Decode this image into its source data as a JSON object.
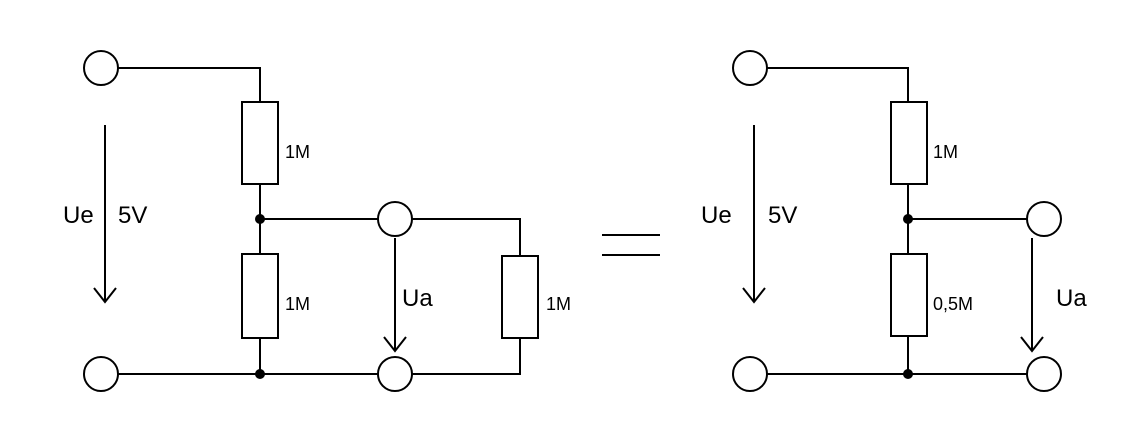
{
  "left_circuit": {
    "input_voltage_name": "Ue",
    "input_voltage_value": "5V",
    "r_top": "1M",
    "r_bottom": "1M",
    "r_load": "1M",
    "output_voltage_name": "Ua"
  },
  "equals_sign": "=",
  "right_circuit": {
    "input_voltage_name": "Ue",
    "input_voltage_value": "5V",
    "r_top": "1M",
    "r_bottom_equivalent": "0,5M",
    "output_voltage_name": "Ua"
  }
}
